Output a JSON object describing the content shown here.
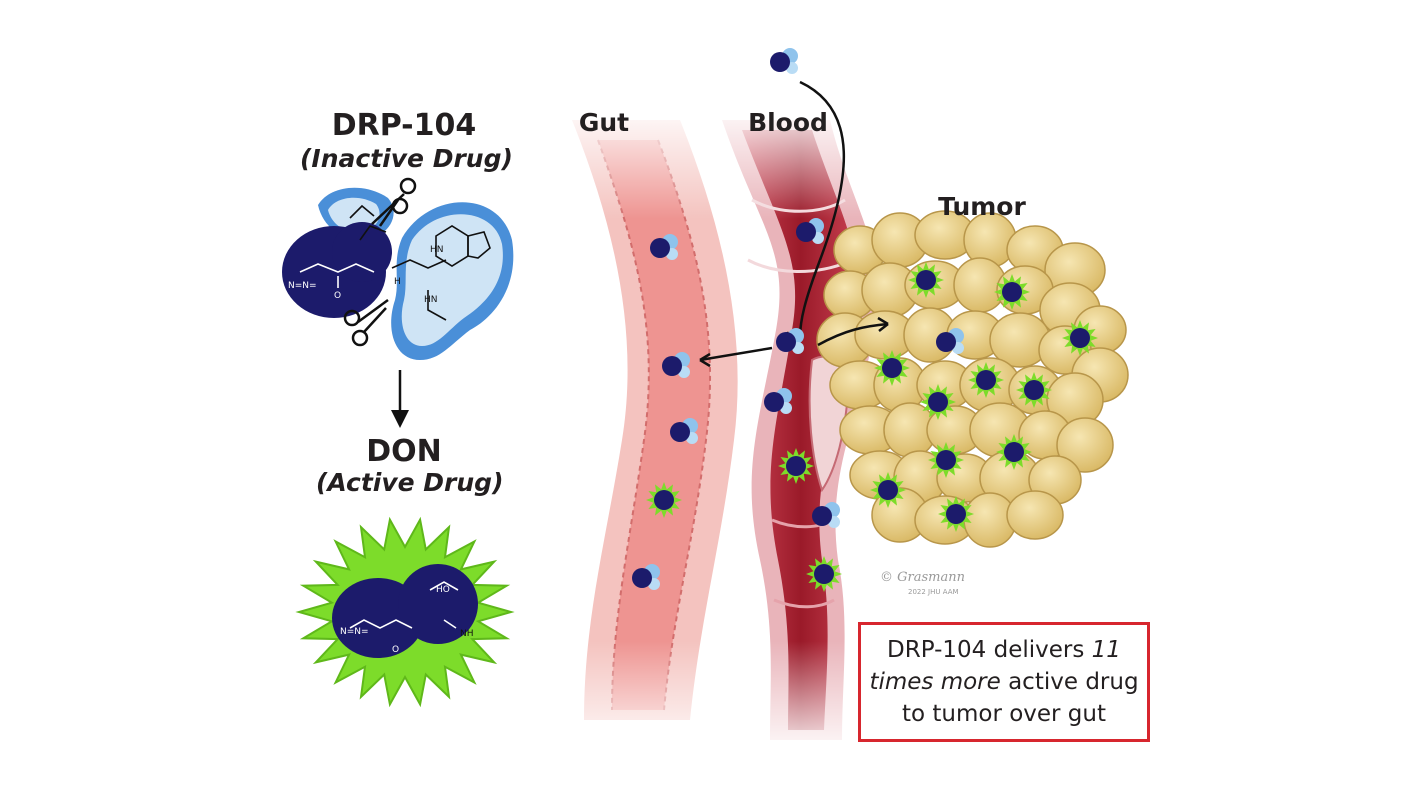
{
  "labels": {
    "drp_title": "DRP-104",
    "drp_subtitle": "(Inactive Drug)",
    "don_title": "DON",
    "don_subtitle": "(Active Drug)",
    "gut": "Gut",
    "blood": "Blood",
    "tumor": "Tumor"
  },
  "callout": {
    "part1": "DRP-104 delivers ",
    "emphasis": "11 times more",
    "part2": " active drug to tumor over gut"
  },
  "signature": {
    "text": "© Grasmann",
    "sub": "2022 JHU AAM"
  },
  "chem": {
    "azide": "N=N=",
    "oxygen": "O",
    "hn": "HN",
    "nh": "NH",
    "ho": "HO",
    "h": "H"
  },
  "colors": {
    "prodrug_dark": "#1c1b6b",
    "prodrug_light": "#4a8fd8",
    "prodrug_pale": "#cfe4f5",
    "active_green": "#7ddc2a",
    "gut_wall": "#f2b8b4",
    "gut_lumen": "#ee8f8c",
    "blood": "#a8202f",
    "tumor_cell": "#e8cf86",
    "callout_border": "#d7262e"
  }
}
